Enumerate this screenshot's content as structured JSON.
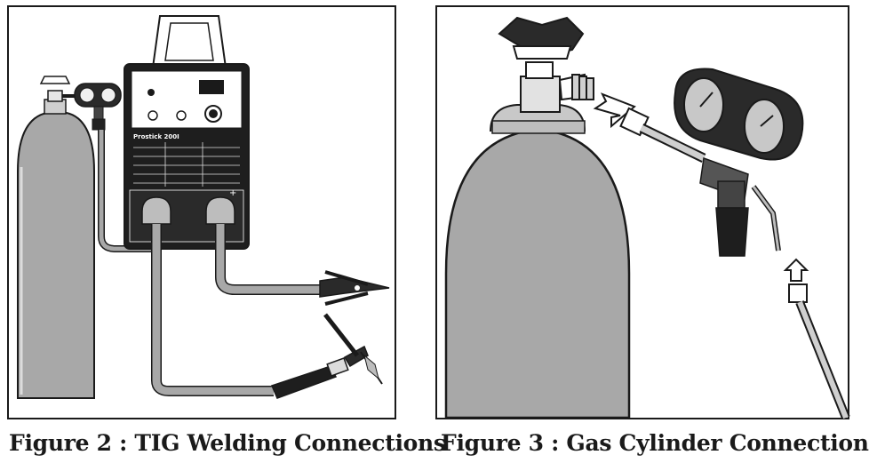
{
  "figures": [
    {
      "caption": "Figure 2 : TIG Welding Connections",
      "machine": {
        "model_label": "Prostick 200I"
      },
      "icons": [
        "gas-cylinder-icon",
        "regulator-icon",
        "welding-machine-icon",
        "earth-clamp-icon",
        "tig-torch-icon"
      ]
    },
    {
      "caption": "Figure 3 : Gas Cylinder Connection",
      "icons": [
        "gas-cylinder-icon",
        "cylinder-valve-icon",
        "regulator-icon",
        "pressure-gauge-icon",
        "arrow-icon"
      ]
    }
  ],
  "colors": {
    "line": "#1a1a1a",
    "gray": "#a8a8a8",
    "light_gray": "#d0d0d0",
    "dark": "#222222"
  }
}
